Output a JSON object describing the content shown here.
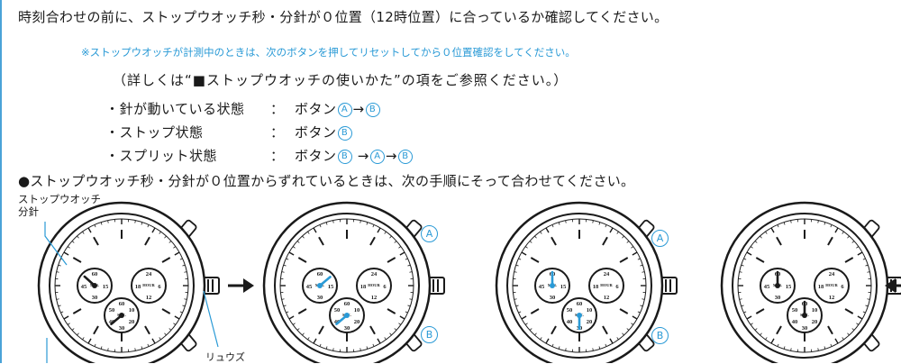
{
  "intro": "時刻合わせの前に、ストップウオッチ秒・分針が０位置（12時位置）に合っているか確認してください。",
  "note": "※ストップウオッチが計測中のときは、次のボタンを押してリセットしてから０位置確認をしてください。",
  "reference": "（詳しくは“■ストップウオッチの使いかた”の項をご参照ください。）",
  "states": [
    {
      "label": "・針が動いている状態",
      "sep": "：",
      "action": "ボタン",
      "seq": [
        "A",
        "B"
      ]
    },
    {
      "label": "・ストップ状態",
      "sep": "：",
      "action": "ボタン",
      "seq": [
        "B"
      ]
    },
    {
      "label": "・スプリット状態",
      "sep": "：",
      "action": "ボタン",
      "seq": [
        "B",
        "A",
        "B"
      ]
    }
  ],
  "arrow": "→",
  "instruction": "●ストップウオッチ秒・分針が０位置からずれているときは、次の手順にそって合わせてください。",
  "labels": {
    "minute_hand_line1": "ストップウオッチ",
    "minute_hand_line2": "分針",
    "crown": "リュウズ"
  },
  "button_a": "A",
  "button_b": "B",
  "dial": {
    "left_numbers": [
      "60",
      "15",
      "30",
      "45"
    ],
    "left_caption": "MIN.",
    "right_numbers": [
      "24",
      "6",
      "12",
      "18"
    ],
    "right_caption": "HOUR",
    "bottom_numbers": [
      "60",
      "10",
      "20",
      "30",
      "40",
      "50"
    ],
    "bottom_caption": "SEC."
  },
  "colors": {
    "accent": "#2a9ad6",
    "ink": "#1a1a1a"
  }
}
